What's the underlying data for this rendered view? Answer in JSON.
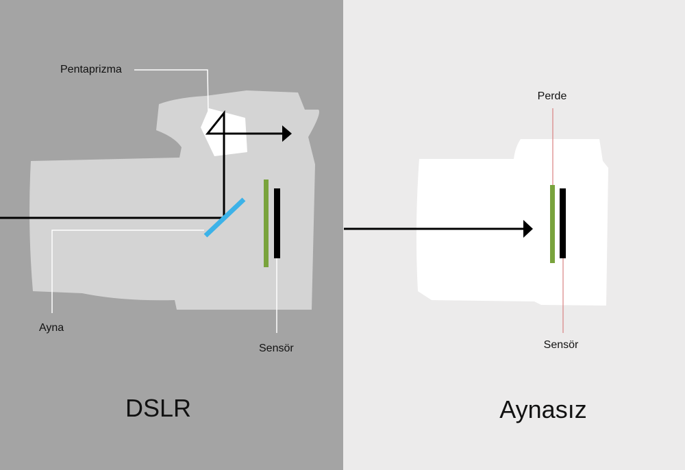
{
  "left": {
    "title": "DSLR",
    "labels": {
      "prism": "Pentaprizma",
      "mirror": "Ayna",
      "sensor": "Sensör"
    }
  },
  "right": {
    "title": "Aynasız",
    "labels": {
      "shutter": "Perde",
      "sensor": "Sensör"
    }
  },
  "colors": {
    "left_bg": "#a4a4a4",
    "right_bg": "#ecebeb",
    "dslr_body": "#d4d4d4",
    "mirrorless_body": "#ffffff",
    "mirror": "#3cb2e8",
    "shutter": "#79a33c",
    "sensor": "#000000",
    "leader_right": "#d98080"
  }
}
